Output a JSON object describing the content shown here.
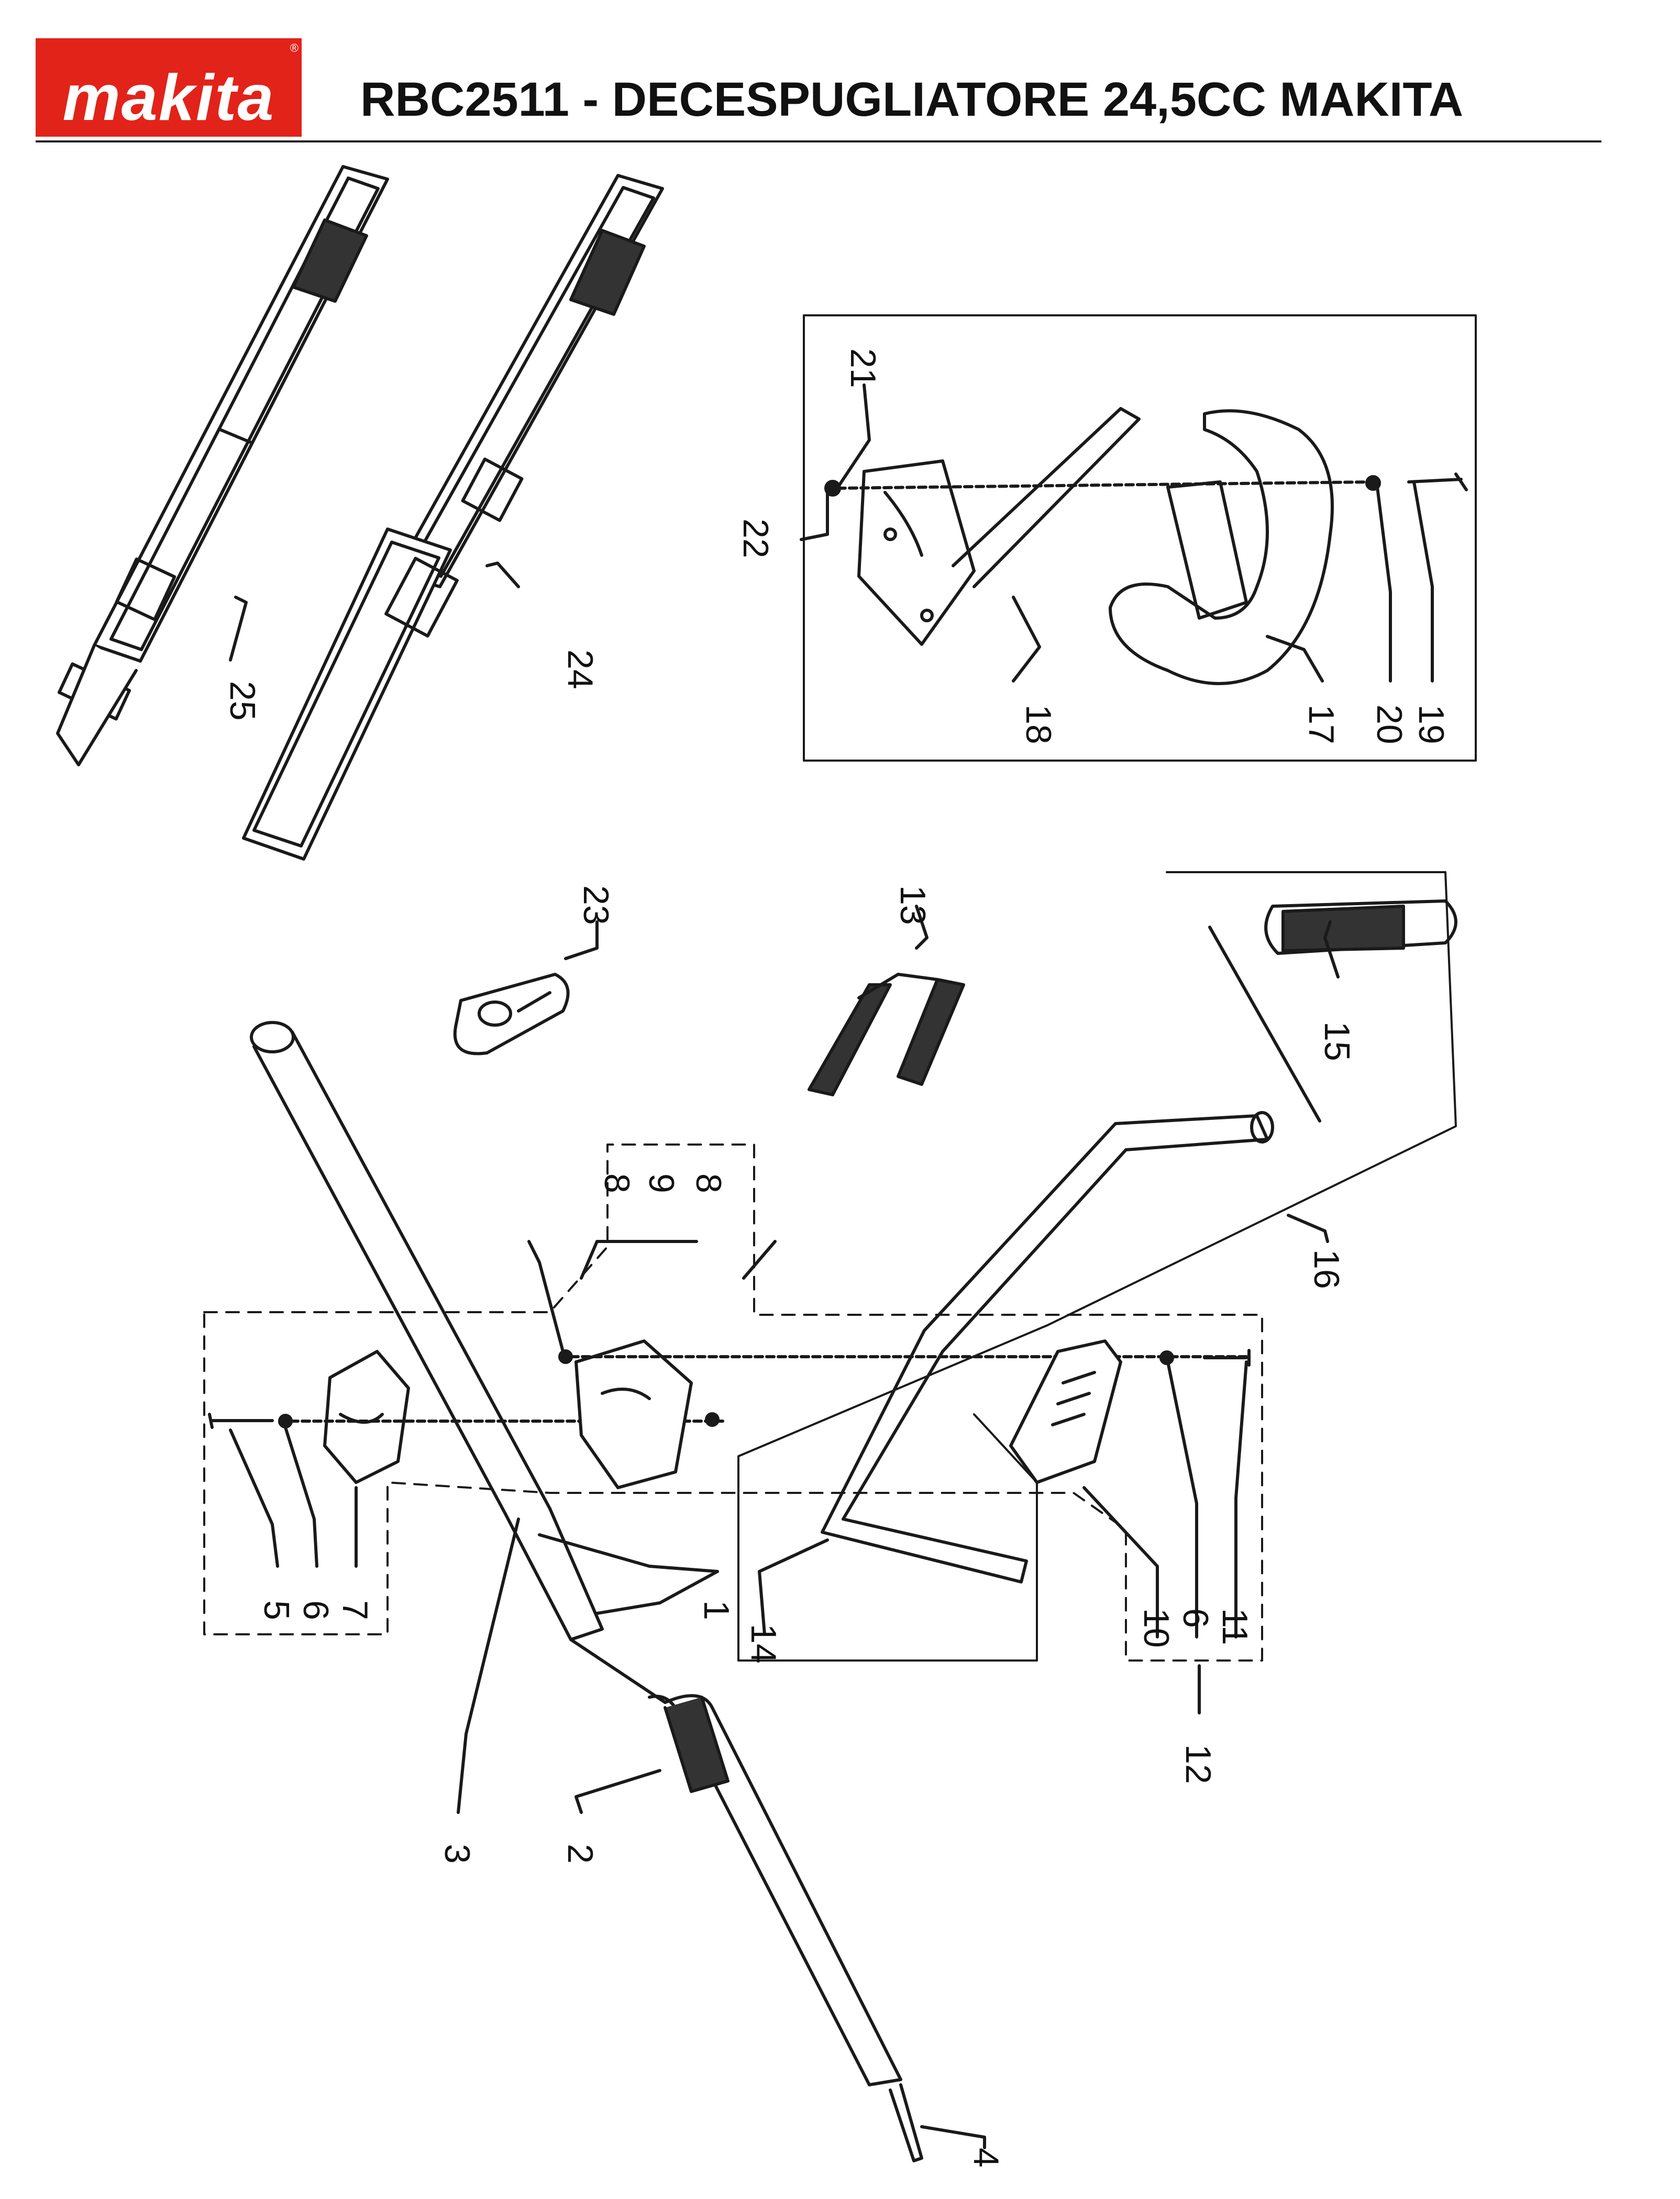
{
  "header": {
    "brand": "makita",
    "title": "RBC2511 - DECESPUGLIATORE 24,5CC MAKITA"
  },
  "colors": {
    "brand_red": "#e2231a",
    "line": "#1a1a1a",
    "rule": "#222222"
  },
  "parts": {
    "p1": "1",
    "p2": "2",
    "p3": "3",
    "p4": "4",
    "p5": "5",
    "p6a": "6",
    "p6b": "6",
    "p7": "7",
    "p8a": "8",
    "p8b": "8",
    "p9": "9",
    "p10": "10",
    "p11": "11",
    "p12": "12",
    "p13": "13",
    "p14": "14",
    "p15": "15",
    "p16": "16",
    "p17": "17",
    "p18": "18",
    "p19": "19",
    "p20": "20",
    "p21": "21",
    "p22": "22",
    "p23": "23",
    "p24": "24",
    "p25": "25"
  }
}
